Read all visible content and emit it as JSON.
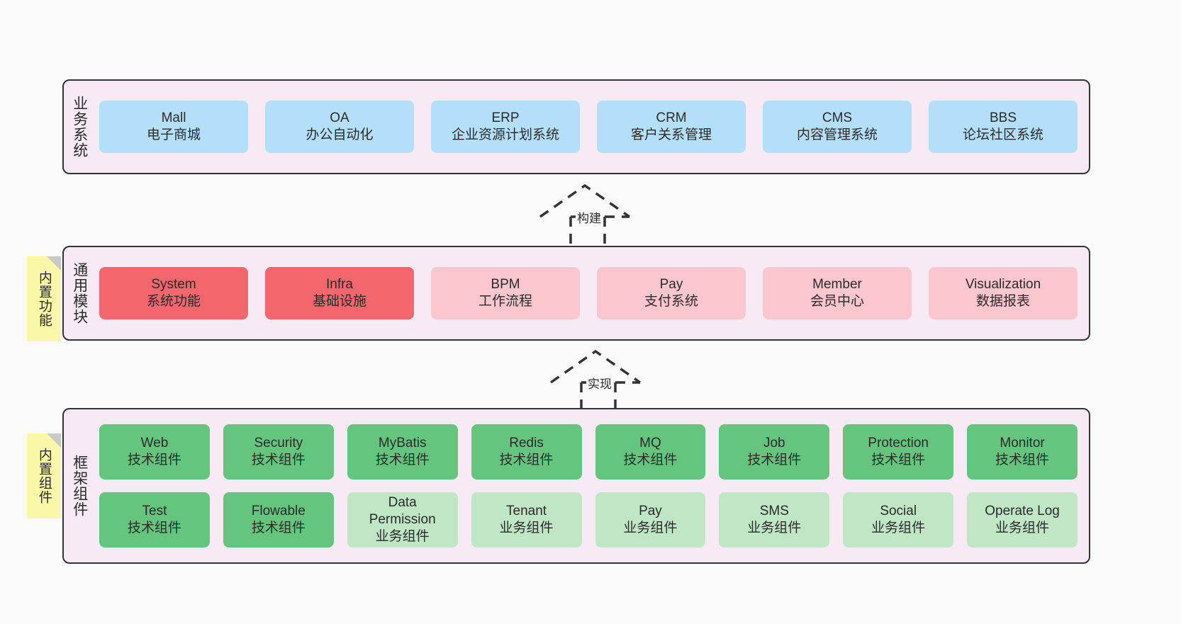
{
  "layers": [
    {
      "id": "business-systems",
      "title": "业务系统",
      "rows": [
        [
          {
            "name": "Mall",
            "sub": "电子商城"
          },
          {
            "name": "OA",
            "sub": "办公自动化"
          },
          {
            "name": "ERP",
            "sub": "企业资源计划系统"
          },
          {
            "name": "CRM",
            "sub": "客户关系管理"
          },
          {
            "name": "CMS",
            "sub": "内容管理系统"
          },
          {
            "name": "BBS",
            "sub": "论坛社区系统"
          }
        ]
      ]
    },
    {
      "id": "general-modules",
      "title": "通用模块",
      "rows": [
        [
          {
            "name": "System",
            "sub": "系统功能"
          },
          {
            "name": "Infra",
            "sub": "基础设施"
          },
          {
            "name": "BPM",
            "sub": "工作流程"
          },
          {
            "name": "Pay",
            "sub": "支付系统"
          },
          {
            "name": "Member",
            "sub": "会员中心"
          },
          {
            "name": "Visualization",
            "sub": "数据报表"
          }
        ]
      ]
    },
    {
      "id": "framework-components",
      "title": "框架组件",
      "rows": [
        [
          {
            "name": "Web",
            "sub": "技术组件"
          },
          {
            "name": "Security",
            "sub": "技术组件"
          },
          {
            "name": "MyBatis",
            "sub": "技术组件"
          },
          {
            "name": "Redis",
            "sub": "技术组件"
          },
          {
            "name": "MQ",
            "sub": "技术组件"
          },
          {
            "name": "Job",
            "sub": "技术组件"
          },
          {
            "name": "Protection",
            "sub": "技术组件"
          },
          {
            "name": "Monitor",
            "sub": "技术组件"
          }
        ],
        [
          {
            "name": "Test",
            "sub": "技术组件"
          },
          {
            "name": "Flowable",
            "sub": "技术组件"
          },
          {
            "name": "Data Permission",
            "sub": "业务组件"
          },
          {
            "name": "Tenant",
            "sub": "业务组件"
          },
          {
            "name": "Pay",
            "sub": "业务组件"
          },
          {
            "name": "SMS",
            "sub": "业务组件"
          },
          {
            "name": "Social",
            "sub": "业务组件"
          },
          {
            "name": "Operate Log",
            "sub": "业务组件"
          }
        ]
      ]
    }
  ],
  "notes": [
    {
      "id": "builtin-function",
      "text": "内置功能"
    },
    {
      "id": "builtin-component",
      "text": "内置组件"
    }
  ],
  "connectors": [
    {
      "id": "build",
      "label": "构建"
    },
    {
      "id": "implement",
      "label": "实现"
    }
  ],
  "colors": {
    "blue": "#b4dffb",
    "red": "#f4666e",
    "pink": "#fbc6cd",
    "green": "#65c57e",
    "light_green": "#bfe6c5",
    "panel": "#f6eaf4",
    "note": "#fbf7a8",
    "border": "#333333",
    "background": "#fafafa"
  }
}
